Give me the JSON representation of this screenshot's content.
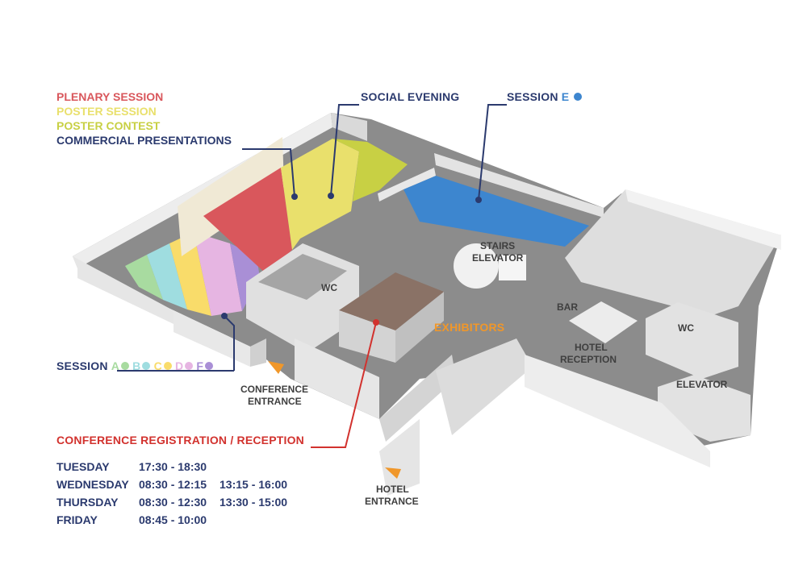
{
  "legend": {
    "plenary": "PLENARY SESSION",
    "poster_session": "POSTER SESSION",
    "poster_contest": "POSTER CONTEST",
    "commercial": "COMMERCIAL PRESENTATIONS"
  },
  "labels": {
    "social_evening": "SOCIAL EVENING",
    "session_e_prefix": "SESSION",
    "session_e_letter": "E",
    "exhibitors": "EXHIBITORS",
    "stairs": "STAIRS",
    "elevator": "ELEVATOR",
    "wc_left": "WC",
    "wc_right": "WC",
    "bar": "BAR",
    "hotel_reception_1": "HOTEL",
    "hotel_reception_2": "RECEPTION",
    "elevator_right": "ELEVATOR",
    "conference_entrance_1": "CONFERENCE",
    "conference_entrance_2": "ENTRANCE",
    "hotel_entrance_1": "HOTEL",
    "hotel_entrance_2": "ENTRANCE"
  },
  "sessions_af": {
    "prefix": "SESSION",
    "items": [
      {
        "letter": "A",
        "color": "#a8dba0"
      },
      {
        "letter": "B",
        "color": "#9fdde0"
      },
      {
        "letter": "C",
        "color": "#f9dc6a"
      },
      {
        "letter": "D",
        "color": "#e6b5e2"
      },
      {
        "letter": "F",
        "color": "#a98fd6"
      }
    ]
  },
  "registration": {
    "title": "CONFERENCE REGISTRATION / RECEPTION",
    "schedule": [
      {
        "day": "TUESDAY",
        "t1": "17:30 - 18:30",
        "t2": ""
      },
      {
        "day": "WEDNESDAY",
        "t1": "08:30 - 12:15",
        "t2": "13:15 - 16:00"
      },
      {
        "day": "THURSDAY",
        "t1": "08:30 - 12:30",
        "t2": "13:30 - 15:00"
      },
      {
        "day": "FRIDAY",
        "t1": "08:45 - 10:00",
        "t2": ""
      }
    ]
  },
  "colors": {
    "plenary": "#d9575c",
    "poster_session": "#e9e06c",
    "poster_contest": "#c8d044",
    "navy": "#2b3a6e",
    "session_e": "#3d86cf",
    "exhibitors": "#f0972a",
    "registration": "#d2322e",
    "floor": "#8a8a8a",
    "wall": "#e3e3e3"
  }
}
